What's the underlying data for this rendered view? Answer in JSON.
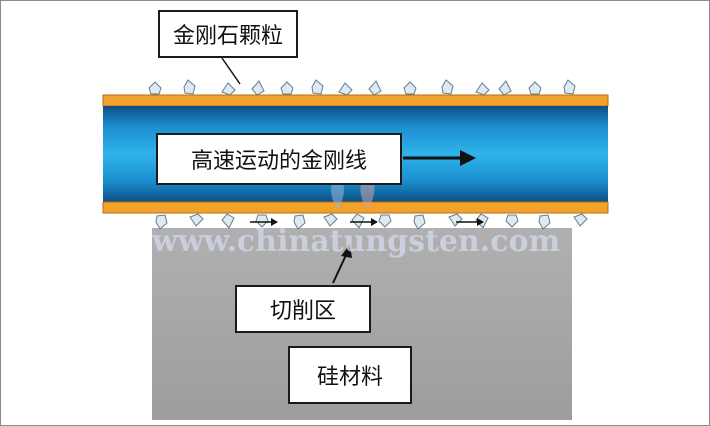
{
  "labels": {
    "diamond_grit": "金刚石颗粒",
    "moving_wire": "高速运动的金刚线",
    "cutting_zone": "切削区",
    "silicon": "硅材料"
  },
  "watermark": "www.chinatungsten.com",
  "colors": {
    "wire_core": "#1e9fd8",
    "wire_coating": "#f2a22a",
    "silicon": "#a6a6a6",
    "diamond": "#dfe9ef",
    "diamond_edge": "#5f7f8f"
  }
}
